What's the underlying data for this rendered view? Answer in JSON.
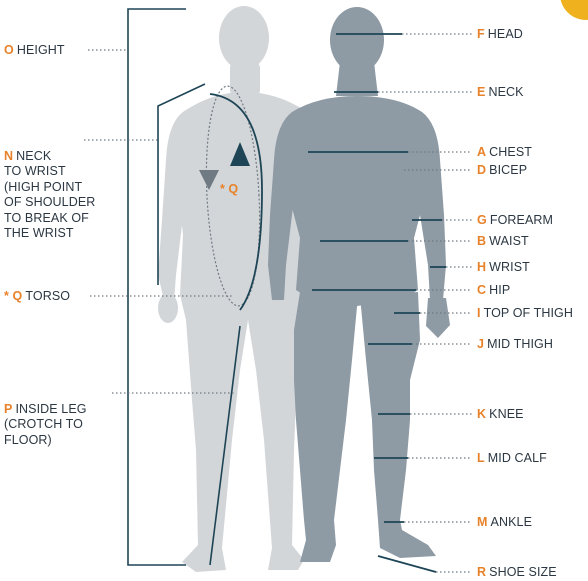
{
  "colors": {
    "back_figure": "#d3d6d9",
    "front_figure": "#8e9aa4",
    "accent": "#e8822a",
    "text": "#2b3742",
    "line_dark": "#1d4556",
    "dotted": "#6f7a83",
    "corner_badge": "#f0b11e"
  },
  "icons": {
    "arrow_up": "triangle-up-icon",
    "arrow_down": "triangle-down-icon",
    "corner": "corner-badge-icon"
  },
  "left_labels": [
    {
      "id": "height",
      "code": "O",
      "text": "HEIGHT"
    },
    {
      "id": "neck-to-wrist",
      "code": "N",
      "text": "NECK\n    TO WRIST\n(HIGH POINT\nOF SHOULDER\nTO BREAK OF\nTHE WRIST"
    },
    {
      "id": "torso",
      "code": "* Q",
      "text": "TORSO"
    },
    {
      "id": "inside-leg",
      "code": "P",
      "text": "INSIDE LEG\n(CROTCH TO\nFLOOR)"
    }
  ],
  "right_labels": [
    {
      "id": "head",
      "code": "F",
      "text": "HEAD"
    },
    {
      "id": "neck",
      "code": "E",
      "text": "NECK"
    },
    {
      "id": "chest",
      "code": "A",
      "text": "CHEST"
    },
    {
      "id": "bicep",
      "code": "D",
      "text": "BICEP"
    },
    {
      "id": "forearm",
      "code": "G",
      "text": "FOREARM"
    },
    {
      "id": "waist",
      "code": "B",
      "text": "WAIST"
    },
    {
      "id": "wrist",
      "code": "H",
      "text": "WRIST"
    },
    {
      "id": "hip",
      "code": "C",
      "text": "HIP"
    },
    {
      "id": "top-of-thigh",
      "code": "I",
      "text": "TOP OF THIGH"
    },
    {
      "id": "mid-thigh",
      "code": "J",
      "text": "MID THIGH"
    },
    {
      "id": "knee",
      "code": "K",
      "text": "KNEE"
    },
    {
      "id": "mid-calf",
      "code": "L",
      "text": "MID CALF"
    },
    {
      "id": "ankle",
      "code": "M",
      "text": "ANKLE"
    },
    {
      "id": "shoe-size",
      "code": "R",
      "text": "SHOE SIZE"
    }
  ],
  "q_marker": "* Q"
}
